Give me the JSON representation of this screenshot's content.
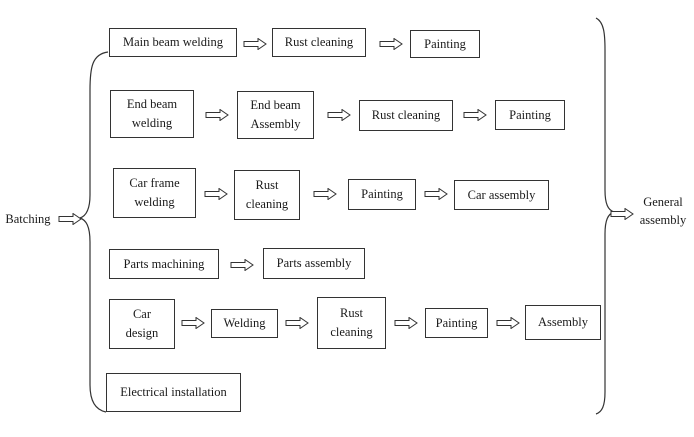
{
  "input_label": "Batching",
  "output_label": "General\nassembly",
  "row1": {
    "step1": "Main beam welding",
    "step2": "Rust cleaning",
    "step3": "Painting"
  },
  "row2": {
    "step1": "End beam\nwelding",
    "step2": "End beam\nAssembly",
    "step3": "Rust  cleaning",
    "step4": "Painting"
  },
  "row3": {
    "step1": "Car frame\nwelding",
    "step2": "Rust\ncleaning",
    "step3": "Painting",
    "step4": "Car assembly"
  },
  "row4": {
    "step1": "Parts machining",
    "step2": "Parts assembly"
  },
  "row5": {
    "step1": "Car\ndesign",
    "step2": "Welding",
    "step3": "Rust\ncleaning",
    "step4": "Painting",
    "step5": "Assembly"
  },
  "row6": {
    "step1": "Electrical installation"
  }
}
